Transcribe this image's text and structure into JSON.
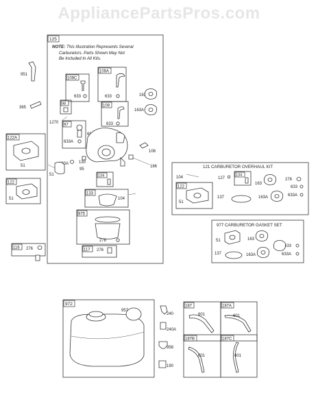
{
  "watermark": "AppliancePartsPros.com",
  "note": {
    "prefix": "NOTE:",
    "line1": "This Illustration Represents Several",
    "line2": "Carburetors. Parts Shown May Not",
    "line3": "Be Included In All Kits."
  },
  "boxes": {
    "main": "125",
    "overhaul_kit": "121 CARBURETOR OVERHAUL KIT",
    "gasket_set": "977 CARBURETOR GASKET SET",
    "fuel_tank": "972"
  },
  "tags": {
    "t109c": "109C",
    "t109a": "109A",
    "t109": "109",
    "t98": "98",
    "t97": "97",
    "t122a": "122A",
    "t122": "122",
    "t116": "116",
    "t134": "134",
    "t133": "133",
    "t975": "975",
    "t117": "117",
    "k122": "122",
    "k134": "134",
    "t187": "187",
    "t187a": "187A",
    "t187b": "187B",
    "t187c": "187C"
  },
  "callouts": {
    "c951": "951",
    "c365": "365",
    "c1270": "1270",
    "c633_a": "633",
    "c633_b": "633",
    "c633_c": "633",
    "c163_a": "163",
    "c163a_a": "163A",
    "c633a_a": "633A",
    "c692": "692",
    "c130a": "130A",
    "c130": "130",
    "c95": "95",
    "c51_a": "51",
    "c51_b": "51",
    "c51_c": "51",
    "c276_a": "276",
    "c108": "108",
    "c186": "186",
    "c104_a": "104",
    "c278": "278",
    "c276_b": "276",
    "k104": "104",
    "k127": "127",
    "k51": "51",
    "k137": "137",
    "k163": "163",
    "k276": "276",
    "k633": "633",
    "k163a": "163A",
    "k633a": "633A",
    "g51": "51",
    "g137": "137",
    "g163": "163",
    "g163a": "163A",
    "g633": "633",
    "g633a": "633A",
    "f957": "957",
    "f240": "240",
    "f240a": "240A",
    "f958": "958",
    "f190": "190",
    "f601_a": "601",
    "f601_b": "601",
    "f601_c": "601",
    "f601_d": "601"
  }
}
